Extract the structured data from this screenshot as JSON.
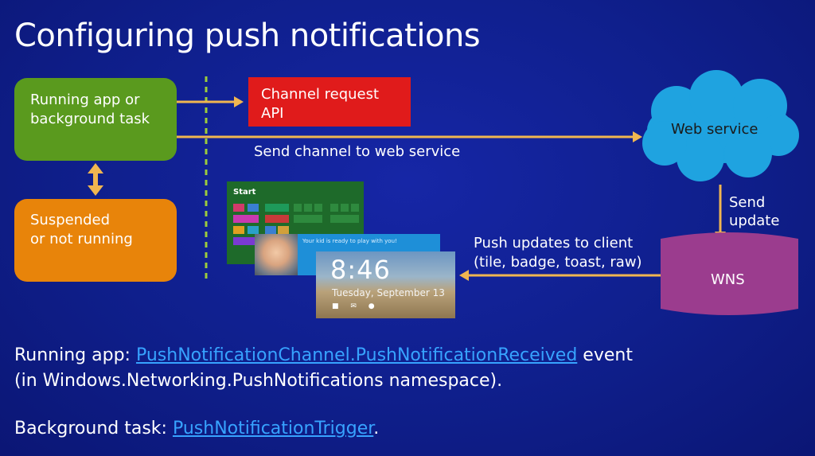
{
  "slide": {
    "title": "Configuring push notifications"
  },
  "diagram": {
    "running_box": {
      "line1": "Running app or",
      "line2": "background task"
    },
    "suspended_box": {
      "line1": "Suspended",
      "line2": "or not running"
    },
    "channel_box": {
      "line1": "Channel request",
      "line2": "API"
    },
    "web_service_label": "Web service",
    "wns_label": "WNS",
    "send_channel_label": "Send channel to web service",
    "send_update_label": {
      "line1": "Send",
      "line2": "update"
    },
    "push_updates_label": {
      "line1": "Push updates to client",
      "line2": "(tile, badge, toast, raw)"
    },
    "colors": {
      "running": "#5a9a1e",
      "suspended": "#e8840a",
      "channel": "#e01b1b",
      "cloud": "#1fa3e0",
      "wns": "#9b3c8e",
      "arrows": "#f0b650",
      "divider": "#9ccc3c"
    }
  },
  "screenshots": {
    "start_label": "Start",
    "toast_text": "Your kid is ready to play with you!",
    "lock_time": "8:46",
    "lock_date": "Tuesday, September 13"
  },
  "footer": {
    "line1_prefix": "Running app: ",
    "line1_link": "PushNotificationChannel.PushNotificationReceived",
    "line1_suffix": " event",
    "line2": "(in Windows.Networking.PushNotifications namespace).",
    "line3_prefix": "Background task: ",
    "line3_link": "PushNotificationTrigger",
    "line3_suffix": "."
  }
}
